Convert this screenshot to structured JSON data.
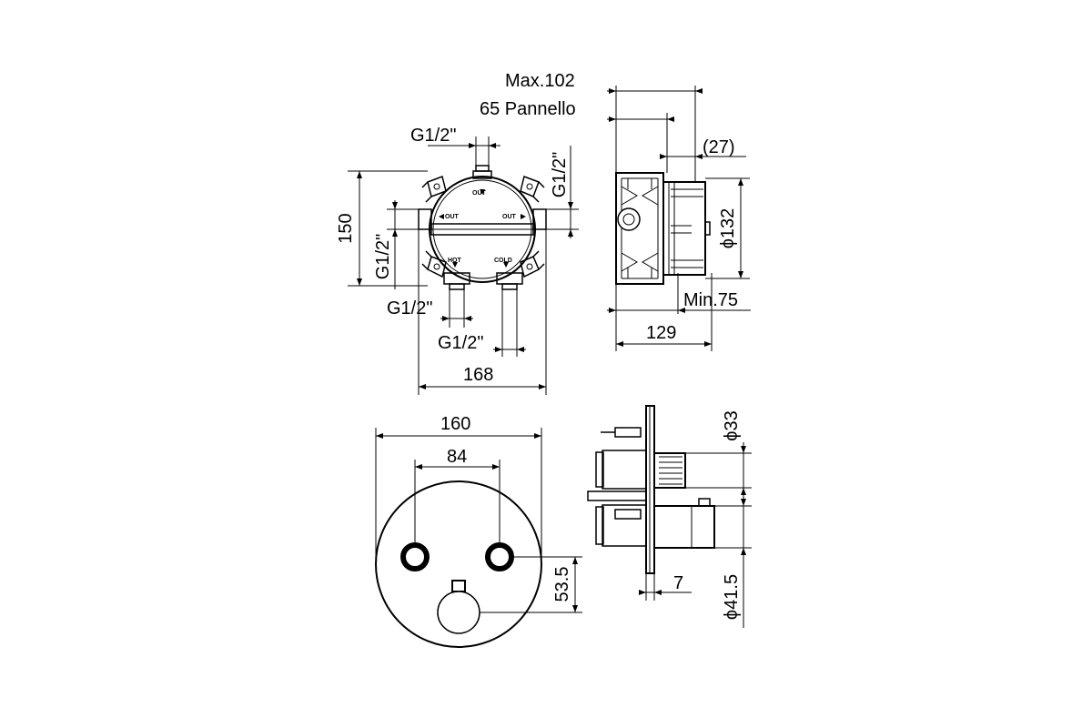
{
  "labels": {
    "max_depth": "Max.102",
    "panel_depth": "65 Pannello",
    "g_top": "G1/2\"",
    "g_right": "G1/2\"",
    "g_left": "G1/2\"",
    "g_bottom_left": "G1/2\"",
    "g_bottom_right": "G1/2\"",
    "offset_27": "(27)",
    "height_150": "150",
    "diameter_132": "ϕ132",
    "min_75": "Min.75",
    "depth_129": "129",
    "width_168": "168",
    "plate_160": "160",
    "spacing_84": "84",
    "offset_53_5": "53.5",
    "diameter_33": "ϕ33",
    "thickness_7": "7",
    "diameter_41_5": "ϕ41.5"
  },
  "port_labels": {
    "out_top": "OUT",
    "out_left": "OUT",
    "out_right": "OUT",
    "hot": "HOT",
    "cold": "COLD"
  }
}
